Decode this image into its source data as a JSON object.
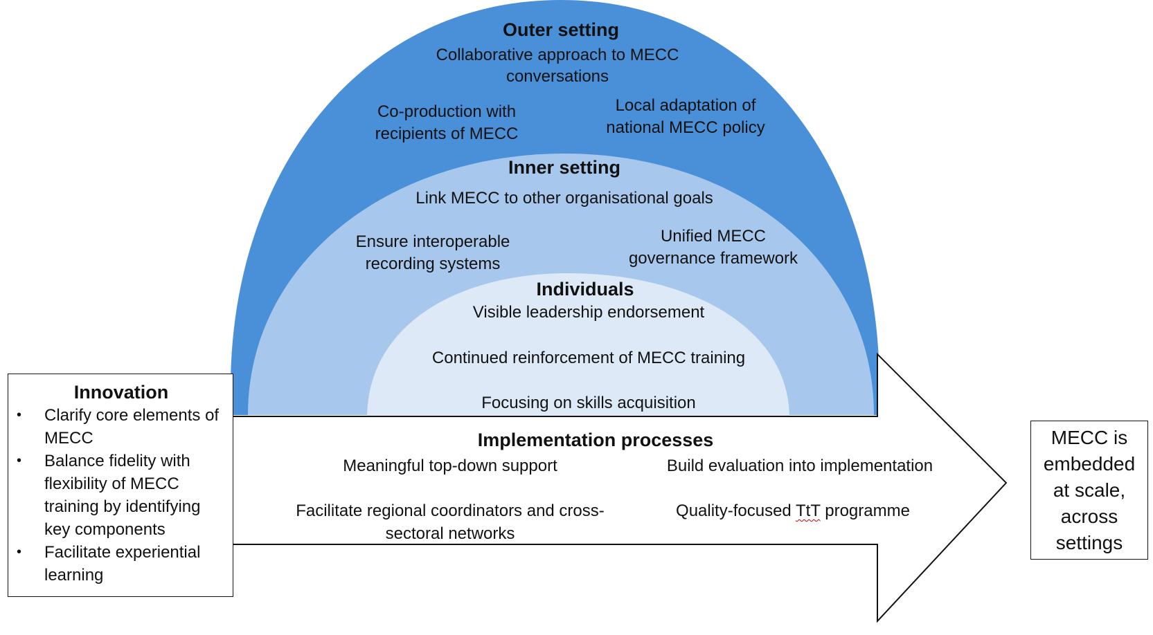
{
  "outer_setting": {
    "title": "Outer setting",
    "items": [
      "Collaborative approach to MECC",
      "conversations",
      "Co-production with",
      "recipients of MECC",
      "Local adaptation of",
      "national MECC policy"
    ]
  },
  "inner_setting": {
    "title": "Inner setting",
    "items": [
      "Link MECC to other organisational goals",
      "Ensure interoperable",
      "recording systems",
      "Unified MECC",
      "governance framework"
    ]
  },
  "individuals": {
    "title": "Individuals",
    "items": [
      "Visible leadership endorsement",
      "Continued reinforcement of MECC training",
      "Focusing on skills acquisition"
    ]
  },
  "implementation": {
    "title": "Implementation processes",
    "items": [
      "Meaningful top-down support",
      "Build evaluation into implementation",
      "Facilitate regional coordinators and cross-",
      "sectoral networks",
      "Quality-focused ",
      "TtT",
      " programme"
    ]
  },
  "innovation": {
    "title": "Innovation",
    "bullet": "•",
    "items": [
      "Clarify core elements of MECC",
      "Balance fidelity with flexibility of MECC training by identifying key components",
      "Facilitate experiential learning"
    ]
  },
  "outcome": {
    "text": "MECC is embedded at scale, across settings"
  },
  "colors": {
    "outer": "#4a90d9",
    "inner": "#a7c8ec",
    "individuals": "#dde9f6",
    "outline": "#111111"
  }
}
